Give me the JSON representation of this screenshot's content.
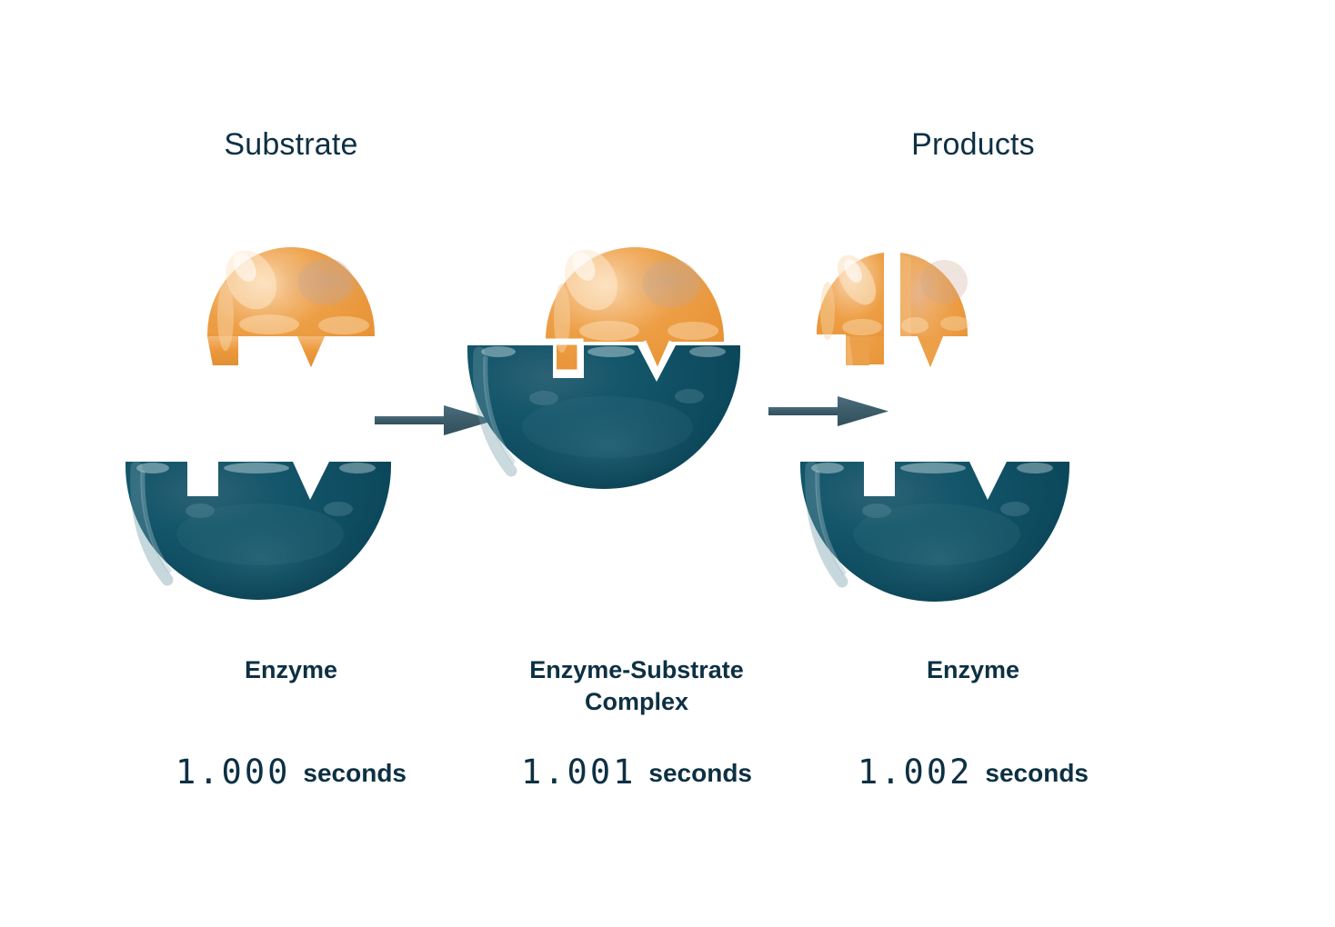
{
  "diagram": {
    "title_semantic": "enzyme-substrate-reaction-timeline",
    "background_color": "#ffffff",
    "palette": {
      "substrate_orange": "#ec9a3c",
      "substrate_orange_light": "#f6c98b",
      "substrate_orange_dark": "#d8832c",
      "substrate_shadow": "#c9a08a",
      "enzyme_teal": "#0d4a5e",
      "enzyme_teal_dark": "#0a3a4a",
      "enzyme_highlight": "#4c7f8f",
      "text_navy": "#0d3043",
      "arrow_slate": "#3d5d6b"
    }
  },
  "panels": [
    {
      "id": "panel-1",
      "top_label": "Substrate",
      "bottom_label": "Enzyme",
      "bottom_label_line2": "",
      "time_digits": "1.000",
      "time_unit": "seconds",
      "has_substrate": true,
      "has_enzyme": true,
      "state": "separate"
    },
    {
      "id": "panel-2",
      "top_label": "",
      "bottom_label": "Enzyme-Substrate",
      "bottom_label_line2": "Complex",
      "time_digits": "1.001",
      "time_unit": "seconds",
      "has_substrate": true,
      "has_enzyme": true,
      "state": "bound"
    },
    {
      "id": "panel-3",
      "top_label": "Products",
      "bottom_label": "Enzyme",
      "bottom_label_line2": "",
      "time_digits": "1.002",
      "time_unit": "seconds",
      "has_substrate": true,
      "has_enzyme": true,
      "state": "split"
    }
  ],
  "arrows": [
    {
      "id": "arrow-1",
      "direction": "right",
      "label": ""
    },
    {
      "id": "arrow-2",
      "direction": "right",
      "label": ""
    }
  ]
}
